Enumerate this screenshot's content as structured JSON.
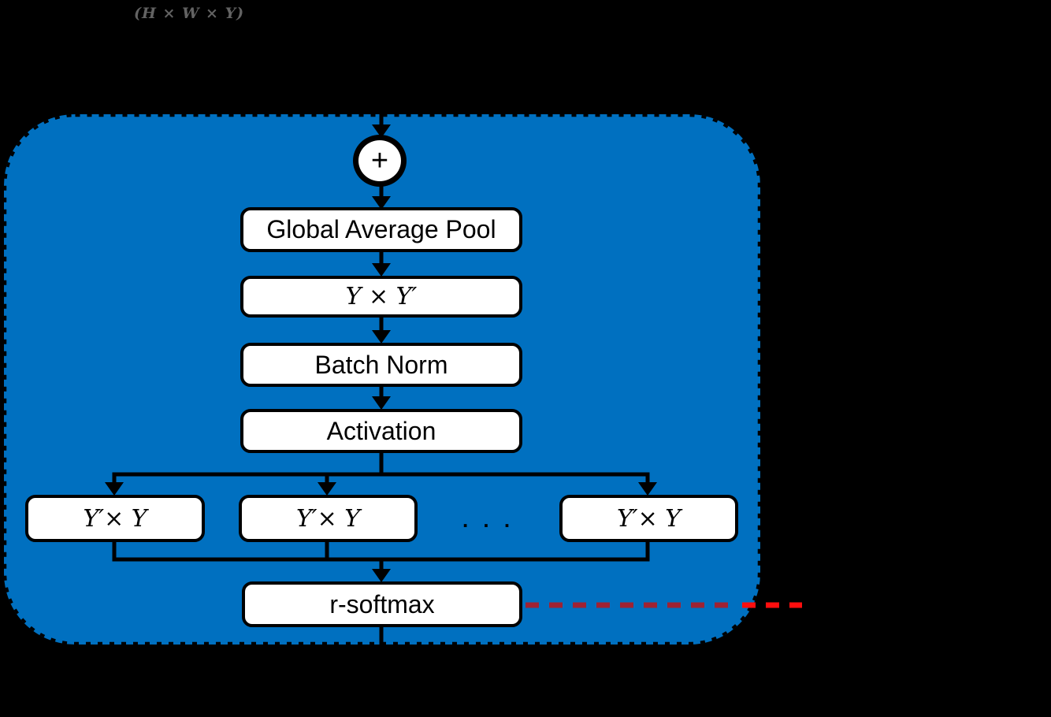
{
  "figure": {
    "input_label": "(H × W × Y)",
    "sum_symbol": "+",
    "blocks": {
      "global_average_pool": "Global Average Pool",
      "fc_reduce": "Y × Y′",
      "batch_norm": "Batch Norm",
      "activation": "Activation",
      "fc_expand_1": "Y′× Y",
      "fc_expand_2": "Y′× Y",
      "ellipsis": ". . .",
      "fc_expand_3": "Y′× Y",
      "r_softmax": "r-softmax"
    },
    "colors": {
      "background": "#000000",
      "panel_fill": "#0070C0",
      "panel_border_dashed": "#000000",
      "box_fill": "#FFFFFF",
      "box_border": "#000000",
      "connector": "#000000",
      "red_dashed_line_on_panel": "#9F2233",
      "red_dashed_line_on_black": "#FF0E0E",
      "input_label_color": "#636363"
    }
  }
}
